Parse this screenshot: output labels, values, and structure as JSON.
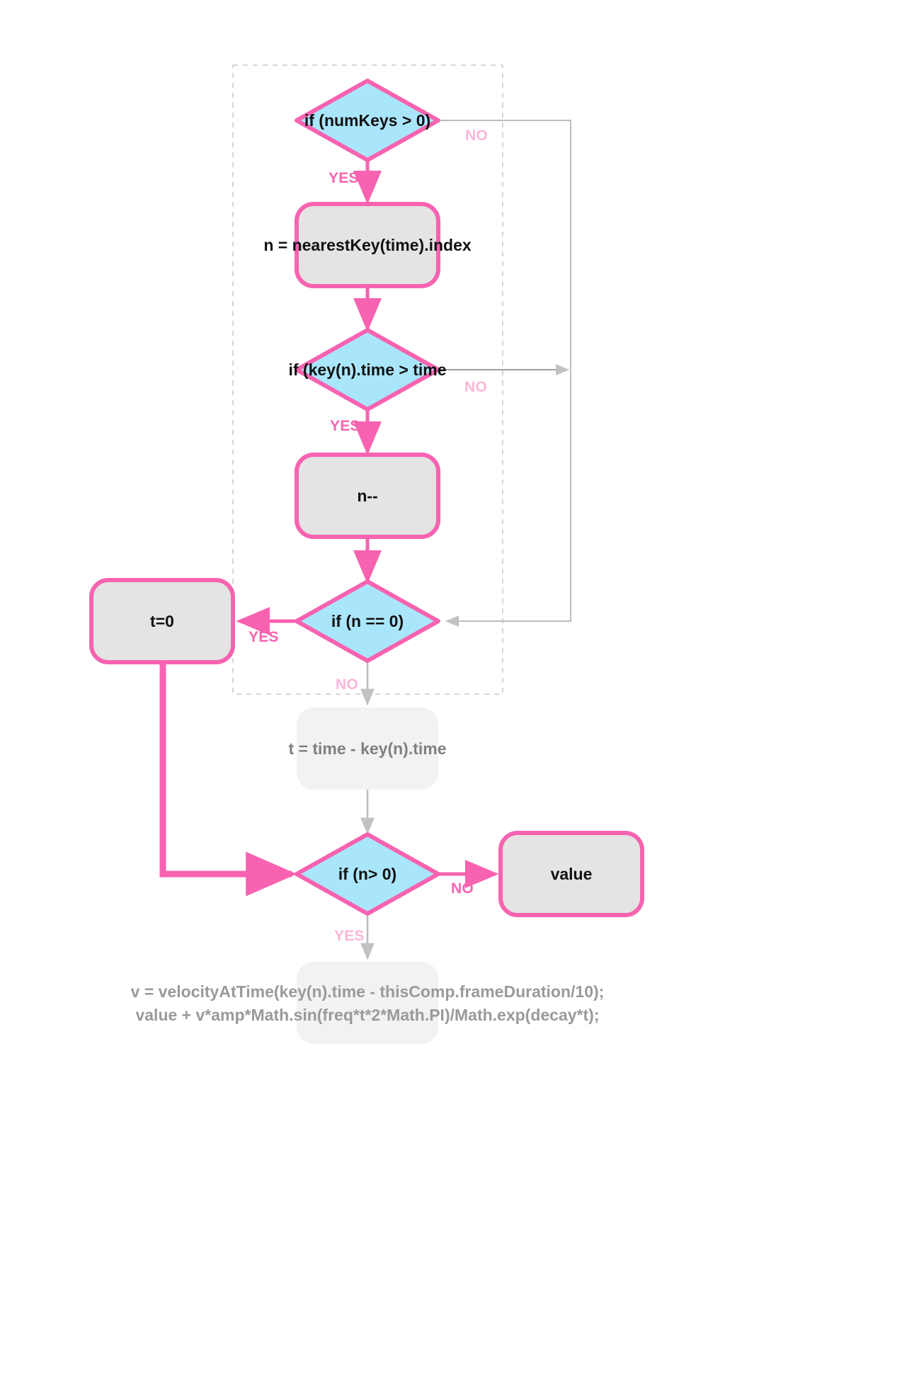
{
  "diagram": {
    "title": "After Effects keyframe overshoot expression flowchart",
    "colors": {
      "pink": "#f763b0",
      "pink_faint": "#fbb6da",
      "decision_fill": "#aae6fb",
      "process_fill": "#e4e4e4",
      "muted_fill": "#f2f2f2",
      "muted_stroke": "#bdbdbd",
      "muted_text": "#808080",
      "formula_text": "#9a9a9a",
      "node_text": "#111111",
      "group_border": "#d6d6d6"
    },
    "nodes": [
      {
        "id": "d-numkeys",
        "type": "decision",
        "label": "if (numKeys > 0)",
        "state": "active"
      },
      {
        "id": "p-nearest",
        "type": "process",
        "label": "n = nearestKey(time).index",
        "state": "active"
      },
      {
        "id": "d-keytime",
        "type": "decision",
        "label": "if (key(n).time > time",
        "state": "active"
      },
      {
        "id": "p-ndec",
        "type": "process",
        "label": "n--",
        "state": "active"
      },
      {
        "id": "d-neq0",
        "type": "decision",
        "label": "if (n == 0)",
        "state": "active"
      },
      {
        "id": "p-t0",
        "type": "process",
        "label": "t=0",
        "state": "active"
      },
      {
        "id": "p-tcalc",
        "type": "process",
        "label": "t = time - key(n).time",
        "state": "muted"
      },
      {
        "id": "d-ngt0",
        "type": "decision",
        "label": "if (n> 0)",
        "state": "active"
      },
      {
        "id": "p-value",
        "type": "process",
        "label": "value",
        "state": "active"
      },
      {
        "id": "p-formula",
        "type": "process",
        "label": "v = velocityAtTime(key(n).time - thisComp.frameDuration/10);\nvalue + v*amp*Math.sin(freq*t*2*Math.PI)/Math.exp(decay*t);",
        "state": "muted"
      }
    ],
    "edge_labels": {
      "numkeys_yes": "YES",
      "numkeys_no": "NO",
      "keytime_yes": "YES",
      "keytime_no": "NO",
      "neq0_yes": "YES",
      "neq0_no": "NO",
      "ngt0_yes": "YES",
      "ngt0_no": "NO"
    }
  }
}
